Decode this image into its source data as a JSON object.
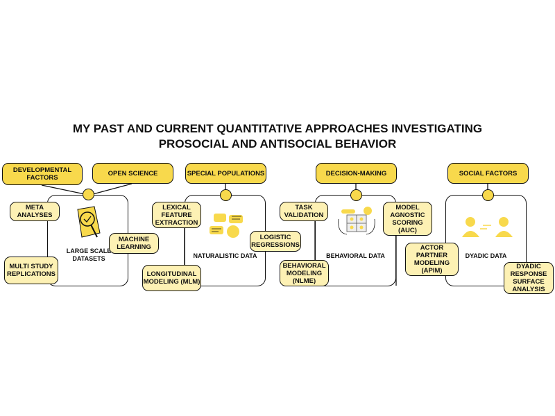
{
  "title": {
    "line1": "MY PAST AND CURRENT QUANTITATIVE APPROACHES INVESTIGATING",
    "line2": "PROSOCIAL AND ANTISOCIAL BEHAVIOR"
  },
  "headers": {
    "developmental": "DEVELOPMENTAL FACTORS",
    "open_science": "OPEN SCIENCE",
    "special": "SPECIAL POPULATIONS",
    "decision": "DECISION-MAKING",
    "social": "SOCIAL FACTORS"
  },
  "boxes": {
    "large": "LARGE SCALE DATASETS",
    "naturalistic": "NATURALISTIC DATA",
    "behavioral": "BEHAVIORAL DATA",
    "dyadic": "DYADIC DATA"
  },
  "methods": {
    "meta": "META ANALYSES",
    "multi": "MULTI STUDY REPLICATIONS",
    "ml": "MACHINE LEARNING",
    "lexical": "LEXICAL FEATURE EXTRACTION",
    "logistic": "LOGISTIC REGRESSIONS",
    "longitudinal": "LONGITUDINAL MODELING (MLM)",
    "task": "TASK VALIDATION",
    "nlme": "BEHAVIORAL MODELING (NLME)",
    "auc": "MODEL AGNOSTIC SCORING (AUC)",
    "apim": "ACTOR PARTNER MODELING (APIM)",
    "dyadic_rsa": "DYADIC RESPONSE SURFACE ANALYSIS"
  },
  "colors": {
    "header": "#f8d94c",
    "method": "#fdf1b4",
    "accent": "#f8d94c"
  }
}
